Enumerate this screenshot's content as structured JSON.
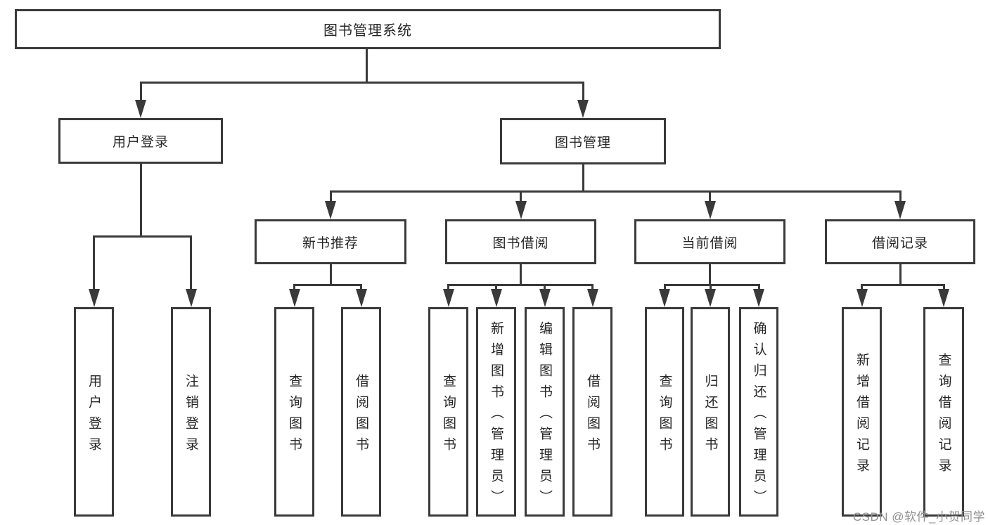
{
  "diagram": {
    "title": "图书管理系统",
    "root": "图书管理系统",
    "level2": {
      "user_login": "用户登录",
      "book_mgmt": "图书管理"
    },
    "level3": {
      "new_book": "新书推荐",
      "book_borrow": "图书借阅",
      "current_borrow": "当前借阅",
      "borrow_record": "借阅记录"
    },
    "leaves": {
      "user_login_1": "用户登录",
      "user_login_2": "注销登录",
      "new_book_1": "查询图书",
      "new_book_2": "借阅图书",
      "book_borrow_1": "查询图书",
      "book_borrow_2": "新增图书（管理员）",
      "book_borrow_3": "编辑图书（管理员）",
      "book_borrow_4": "借阅图书",
      "current_borrow_1": "查询图书",
      "current_borrow_2": "归还图书",
      "current_borrow_3": "确认归还（管理员）",
      "borrow_record_1": "新增借阅记录",
      "borrow_record_2": "查询借阅记录"
    }
  },
  "colors": {
    "line": "#3a3a3a",
    "box_background": "#ffffff",
    "text": "#262626",
    "watermark": "#919191"
  },
  "watermark": "CSDN @软件_小贺同学"
}
